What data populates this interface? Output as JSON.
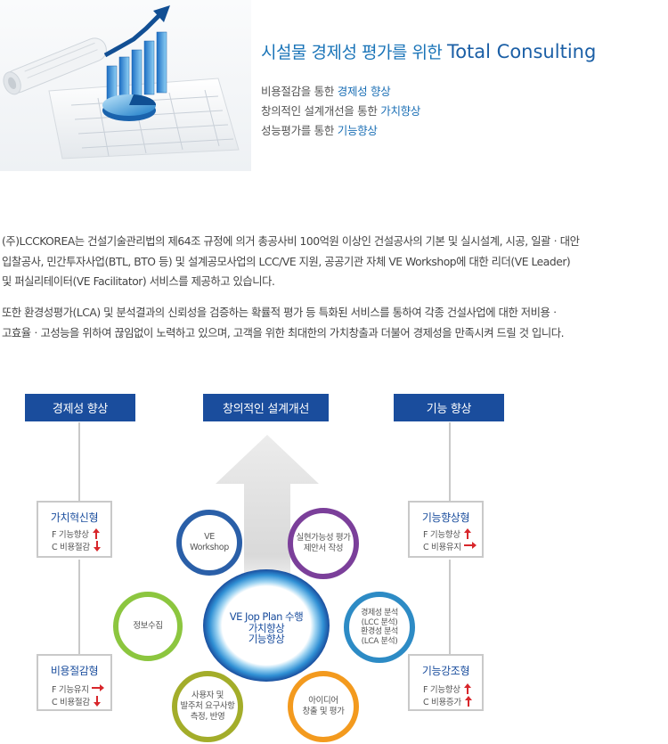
{
  "headline": {
    "prefix": "시설물 경제성 평가를 위한",
    "suffix": "Total Consulting"
  },
  "features": [
    {
      "pre": "비용절감을 통한",
      "hl": "경제성 향상"
    },
    {
      "pre": "창의적인 설계개선을 통한",
      "hl": "가치향상"
    },
    {
      "pre": "성능평가를 통한",
      "hl": "기능향상"
    }
  ],
  "intro": {
    "p1": [
      "(주)LCCKOREA는 건설기술관리법의 제64조 규정에 의거 총공사비 100억원 이상인 건설공사의 기본 및 실시설계, 시공, 일괄ㆍ대안",
      "입찰공사, 민간투자사업(BTL, BTO 등) 및 설계공모사업의 LCC/VE 지원, 공공기관 자체 VE Workshop에 대한 리더(VE Leader)",
      "및 퍼실리테이터(VE Facilitator) 서비스를 제공하고 있습니다."
    ],
    "p2": [
      "또한 환경성평가(LCA) 및 분석결과의 신뢰성을 검증하는 확률적 평가 등 특화된 서비스를 통하여 각종 건설사업에 대한 저비용ㆍ",
      "고효율ㆍ고성능을 위하여 끊임없이 노력하고 있으며, 고객을 위한 최대한의 가치창출과 더불어 경제성을 만족시켜 드릴 것 입니다."
    ]
  },
  "diagram": {
    "tabs": {
      "left": "경제성 향상",
      "center": "창의적인 설계개선",
      "right": "기능 향상"
    },
    "boxes": {
      "value_innovation": {
        "title": "가치혁신형",
        "l1": "F 기능향상",
        "l2": "C 비용절감"
      },
      "cost_reduction": {
        "title": "비용절감형",
        "l1": "F 기능유지",
        "l2": "C 비용절감"
      },
      "func_improve": {
        "title": "기능향상형",
        "l1": "F 기능향상",
        "l2": "C 비용유지"
      },
      "func_enhance": {
        "title": "기능강조형",
        "l1": "F 기능향상",
        "l2": "C 비용증가"
      }
    },
    "center": {
      "l1": "VE Jop Plan 수행",
      "l2": "가치향상",
      "l3": "기능향상"
    },
    "circles": {
      "workshop": [
        "VE",
        "Workshop"
      ],
      "proposal": [
        "실현가능성 평가",
        "제안서 작성"
      ],
      "info": [
        "정보수집"
      ],
      "analysis": [
        "경제성 분석",
        "(LCC 분석)",
        "환경성 분석",
        "(LCA 분석)"
      ],
      "user": [
        "사용자 및",
        "발주처 요구사항",
        "측정, 반영"
      ],
      "idea": [
        "아이디어",
        "창출 및 평가"
      ]
    },
    "colors": {
      "tab": "#1a4d9d",
      "workshop": "#2a5fa8",
      "proposal": "#7b3f9a",
      "info": "#8cc63f",
      "analysis": "#2d8bc5",
      "user": "#a3ad2a",
      "idea": "#f39a1e",
      "arrow_up": "#e3e3e3",
      "arrow_red": "#d8262b"
    }
  }
}
